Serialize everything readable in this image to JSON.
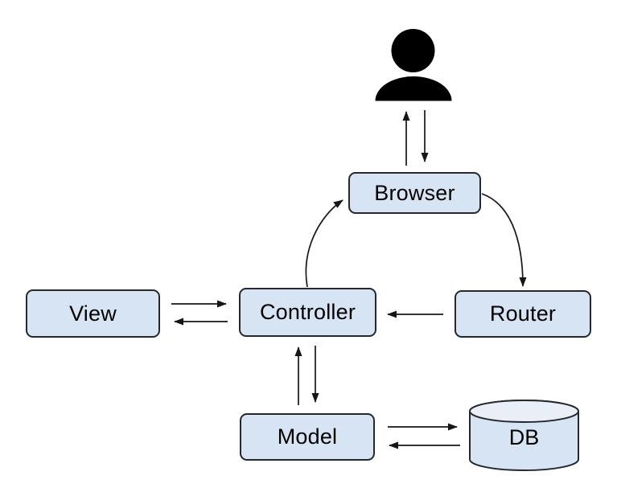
{
  "colors": {
    "background": "#ffffff",
    "node_fill": "#d6e4f4",
    "node_stroke": "#23292e",
    "cylinder_top_fill": "#e9eef7",
    "arrow_color": "#161616",
    "user_icon_color": "#000000",
    "label_color": "#000000"
  },
  "nodes": {
    "browser": {
      "label": "Browser"
    },
    "view": {
      "label": "View"
    },
    "controller": {
      "label": "Controller"
    },
    "router": {
      "label": "Router"
    },
    "model": {
      "label": "Model"
    },
    "db": {
      "label": "DB"
    }
  },
  "icons": {
    "user": "person-silhouette",
    "db": "database-cylinder"
  },
  "edges": [
    {
      "from": "browser",
      "to": "user",
      "style": "straight-vertical"
    },
    {
      "from": "user",
      "to": "browser",
      "style": "straight-vertical"
    },
    {
      "from": "browser",
      "to": "router",
      "style": "curved"
    },
    {
      "from": "router",
      "to": "controller",
      "style": "straight-horizontal"
    },
    {
      "from": "controller",
      "to": "browser",
      "style": "curved"
    },
    {
      "from": "view",
      "to": "controller",
      "style": "straight-horizontal"
    },
    {
      "from": "controller",
      "to": "view",
      "style": "straight-horizontal"
    },
    {
      "from": "controller",
      "to": "model",
      "style": "straight-vertical"
    },
    {
      "from": "model",
      "to": "controller",
      "style": "straight-vertical"
    },
    {
      "from": "model",
      "to": "db",
      "style": "straight-horizontal"
    },
    {
      "from": "db",
      "to": "model",
      "style": "straight-horizontal"
    }
  ]
}
